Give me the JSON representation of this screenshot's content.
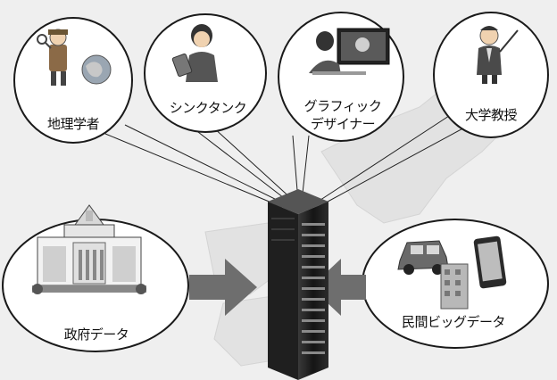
{
  "experts": [
    {
      "label": "地理学者",
      "icon": "geographer-icon"
    },
    {
      "label": "シンクタンク",
      "icon": "think-tank-researcher-icon"
    },
    {
      "label_lines": [
        "グラフィック",
        "デザイナー"
      ],
      "icon": "graphic-designer-icon"
    },
    {
      "label": "大学教授",
      "icon": "professor-icon"
    }
  ],
  "sources": {
    "government": {
      "label": "政府データ",
      "icon": "government-building-icon"
    },
    "private": {
      "label": "民間ビッグデータ",
      "icon": "car-building-smartphone-icon"
    }
  },
  "server_icon": "server-rack-icon",
  "colors": {
    "arrow": "#6e6e6e",
    "bubble_fill": "#ffffff",
    "outline": "#1a1a1a",
    "server": "#1c1c1c"
  }
}
